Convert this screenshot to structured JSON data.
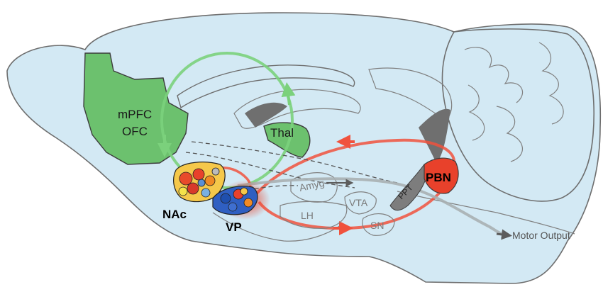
{
  "regions": {
    "pfc": "mPFC",
    "ofc": "OFC",
    "thal": "Thal",
    "nac": "NAc",
    "vp": "VP",
    "pbn": "PBN",
    "ppt": "PPT",
    "amyg": "Amyg",
    "lh": "LH",
    "vta": "VTA",
    "sn": "SN"
  },
  "output_label": "Motor Output",
  "colors": {
    "brain_fill": "#d3e9f4",
    "brain_outline": "#6e6e6e",
    "cortex_green": "#6cc16e",
    "loop_green": "#7bd17c",
    "loop_red": "#f0523d",
    "pbn_red": "#e8412b",
    "ppt_gray": "#7d7d7d",
    "ventricle_gray": "#6f6f6f",
    "output_gray": "#a9b0b3"
  }
}
